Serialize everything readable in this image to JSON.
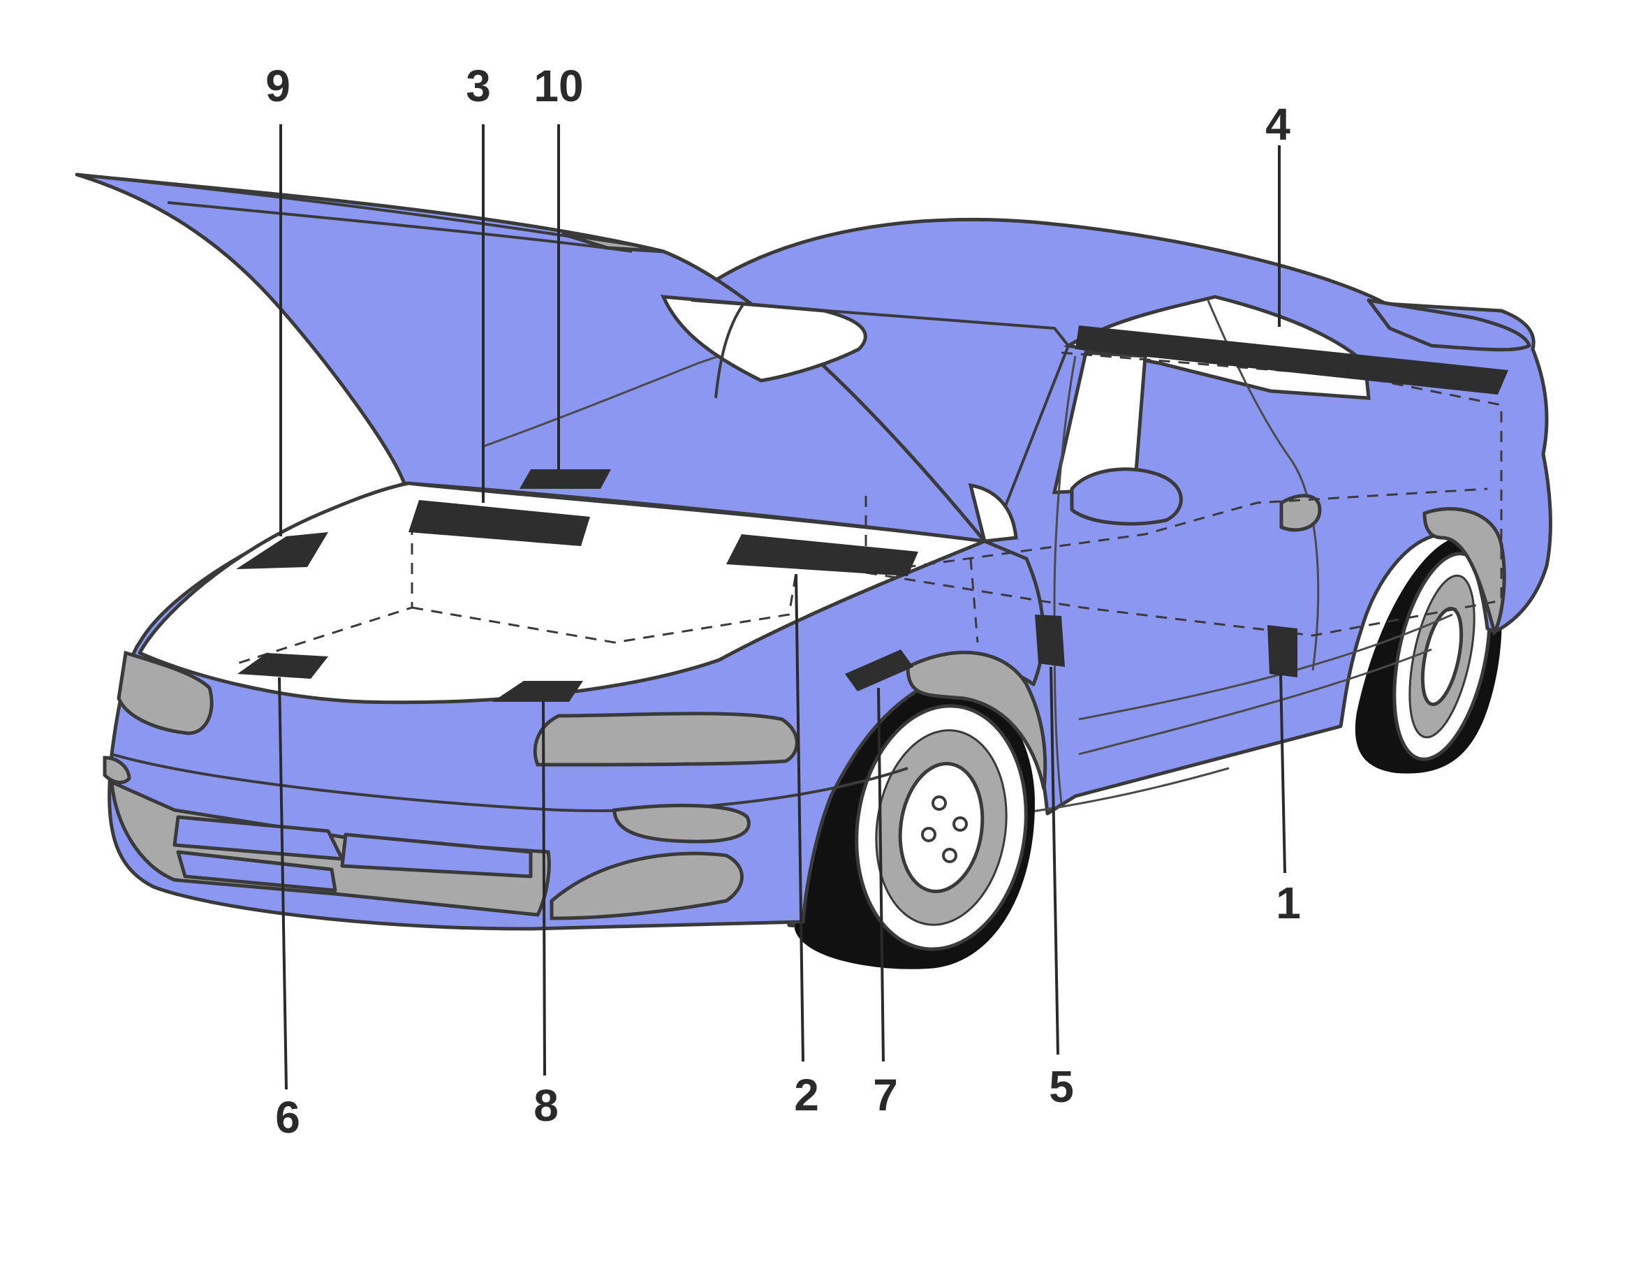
{
  "callouts": [
    {
      "number": "9"
    },
    {
      "number": "3"
    },
    {
      "number": "10"
    },
    {
      "number": "4"
    },
    {
      "number": "1"
    },
    {
      "number": "6"
    },
    {
      "number": "8"
    },
    {
      "number": "2"
    },
    {
      "number": "7"
    },
    {
      "number": "5"
    }
  ],
  "colors": {
    "body": "#8c97f2",
    "trim": "#a9a9a9",
    "pad": "#2e2e2e",
    "outline": "#3a3a3a",
    "background": "#ffffff"
  }
}
